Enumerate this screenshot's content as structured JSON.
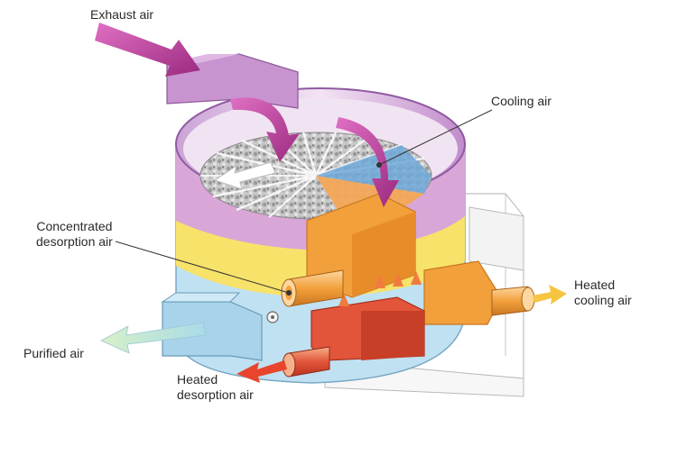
{
  "labels": {
    "exhaust_air": "Exhaust air",
    "cooling_air": "Cooling air",
    "concentrated_line1": "Concentrated",
    "concentrated_line2": "desorption air",
    "purified_air": "Purified air",
    "heated_desorption_line1": "Heated",
    "heated_desorption_line2": "desorption air",
    "heated_cooling_line1": "Heated",
    "heated_cooling_line2": "cooling air"
  },
  "colors": {
    "exhaust": "#c23a9a",
    "cooling": "#6fa8d8",
    "desorption_hot": "#e8452c",
    "desorption_concentrated": "#f2a03c",
    "purified": "#8fd0b8",
    "heated_cooling": "#f5c542",
    "housing_violet": "#d9a6d8",
    "housing_yellow": "#f7e26a",
    "housing_blue": "#bde0f2"
  }
}
